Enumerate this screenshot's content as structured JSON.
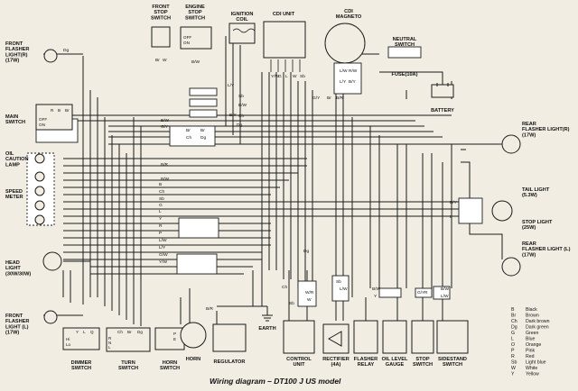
{
  "caption": "Wiring diagram – DT100 J US model",
  "labels": {
    "front_stop_switch": [
      "FRONT",
      "STOP",
      "SWITCH"
    ],
    "engine_stop_switch": [
      "ENGINE",
      "STOP",
      "SWITCH"
    ],
    "ignition_coil": [
      "IGNITION",
      "COIL"
    ],
    "cdi_unit": [
      "CDI UNIT"
    ],
    "cdi_magneto": [
      "CDI",
      "MAGNETO"
    ],
    "neutral_switch": [
      "NEUTRAL",
      "SWITCH"
    ],
    "fuse": [
      "FUSE(10A)"
    ],
    "battery": [
      "BATTERY"
    ],
    "front_flasher_r": [
      "FRONT",
      "FLASHER",
      "LIGHT(R)",
      "(17W)"
    ],
    "main_switch": [
      "MAIN",
      "SWITCH"
    ],
    "oil_caution": [
      "OIL",
      "CAUTION",
      "LAMP"
    ],
    "speed_meter": [
      "SPEED",
      "METER"
    ],
    "head_light": [
      "HEAD",
      "LIGHT",
      "(30W/30W)"
    ],
    "front_flasher_l": [
      "FRONT",
      "FLASHER",
      "LIGHT (L)",
      "(17W)"
    ],
    "rear_flasher_r": [
      "REAR",
      "FLASHER LIGHT(R)",
      "(17W)"
    ],
    "tail_light": [
      "TAIL LIGHT",
      "(5.3W)"
    ],
    "stop_light": [
      "STOP LIGHT",
      "(25W)"
    ],
    "rear_flasher_l": [
      "REAR",
      "FLASHER LIGHT (L)",
      "(17W)"
    ],
    "dimmer_switch": [
      "DIMMER",
      "SWITCH"
    ],
    "turn_switch": [
      "TURN",
      "SWITCH"
    ],
    "horn_switch": [
      "HORN",
      "SWITCH"
    ],
    "horn": [
      "HORN"
    ],
    "regulator": [
      "REGULATOR"
    ],
    "earth": [
      "EARTH"
    ],
    "control_unit": [
      "CONTROL",
      "UNIT"
    ],
    "rectifier": [
      "RECTIFIER",
      "(4A)"
    ],
    "flasher_relay": [
      "FLASHER",
      "RELAY"
    ],
    "oil_level_gauge": [
      "OIL LEVEL",
      "GAUGE"
    ],
    "stop_switch": [
      "STOP",
      "SWITCH"
    ],
    "sidestand_switch": [
      "SIDESTAND",
      "SWITCH"
    ]
  },
  "main_switch_rows": [
    "OFF",
    "ON"
  ],
  "main_switch_cols": [
    "R",
    "B",
    "Br"
  ],
  "engine_stop_rows": [
    "OFF",
    "ON"
  ],
  "dimmer_rows": [
    "Hi",
    "Lo"
  ],
  "dimmer_cols": [
    "Y",
    "L",
    "Q"
  ],
  "turn_cols": [
    "Ch",
    "Br",
    "Dg"
  ],
  "turn_rows": [
    "R",
    "N",
    "L"
  ],
  "horn_rows": [
    "P",
    "E"
  ],
  "wire_codes": [
    "Dg",
    "Br",
    "W",
    "B/W",
    "B/W",
    "G/Y",
    "B/Y",
    "B/R",
    "B/W",
    "B",
    "Ch",
    "Sb",
    "G",
    "L",
    "Y",
    "R",
    "P",
    "L/W",
    "L/Y",
    "G/W",
    "Y/W",
    "B/R",
    "L/Y",
    "Sb",
    "B/W",
    "Ch",
    "Dg",
    "Br",
    "Br",
    "Ch",
    "Dg",
    "Y/W",
    "G",
    "L",
    "W",
    "Sb",
    "L/W",
    "R/W",
    "L/Y",
    "B/Y",
    "Br",
    "B/R",
    "G/Y",
    "Dg",
    "Ch",
    "W/R",
    "W",
    "Sb",
    "Sb",
    "L/W",
    "B/W",
    "Y",
    "G/Y",
    "R",
    "B/W",
    "L/W",
    "B/Y",
    "L"
  ],
  "legend": [
    {
      "code": "B",
      "color": "Black"
    },
    {
      "code": "Br",
      "color": "Brown"
    },
    {
      "code": "Ch",
      "color": "Dark brown"
    },
    {
      "code": "Dg",
      "color": "Dark green"
    },
    {
      "code": "G",
      "color": "Green"
    },
    {
      "code": "L",
      "color": "Blue"
    },
    {
      "code": "O",
      "color": "Orange"
    },
    {
      "code": "P",
      "color": "Pink"
    },
    {
      "code": "R",
      "color": "Red"
    },
    {
      "code": "Sb",
      "color": "Light blue"
    },
    {
      "code": "W",
      "color": "White"
    },
    {
      "code": "Y",
      "color": "Yellow"
    }
  ]
}
